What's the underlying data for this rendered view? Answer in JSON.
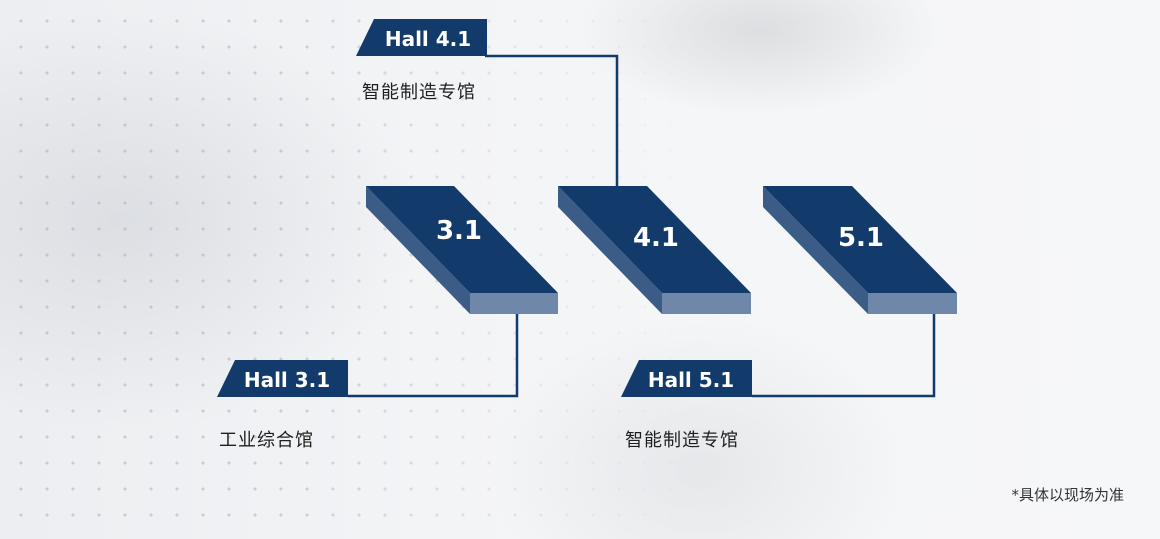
{
  "colors": {
    "navy": "#123a6b",
    "side_dark": "#3a5c87",
    "side_light": "#6f87a8",
    "line": "#123a6b"
  },
  "halls": [
    {
      "block_label": "3.1",
      "tag_label": "Hall 3.1",
      "subtitle": "工业综合馆"
    },
    {
      "block_label": "4.1",
      "tag_label": "Hall 4.1",
      "subtitle": "智能制造专馆"
    },
    {
      "block_label": "5.1",
      "tag_label": "Hall 5.1",
      "subtitle": "智能制造专馆"
    }
  ],
  "note": "*具体以现场为准"
}
